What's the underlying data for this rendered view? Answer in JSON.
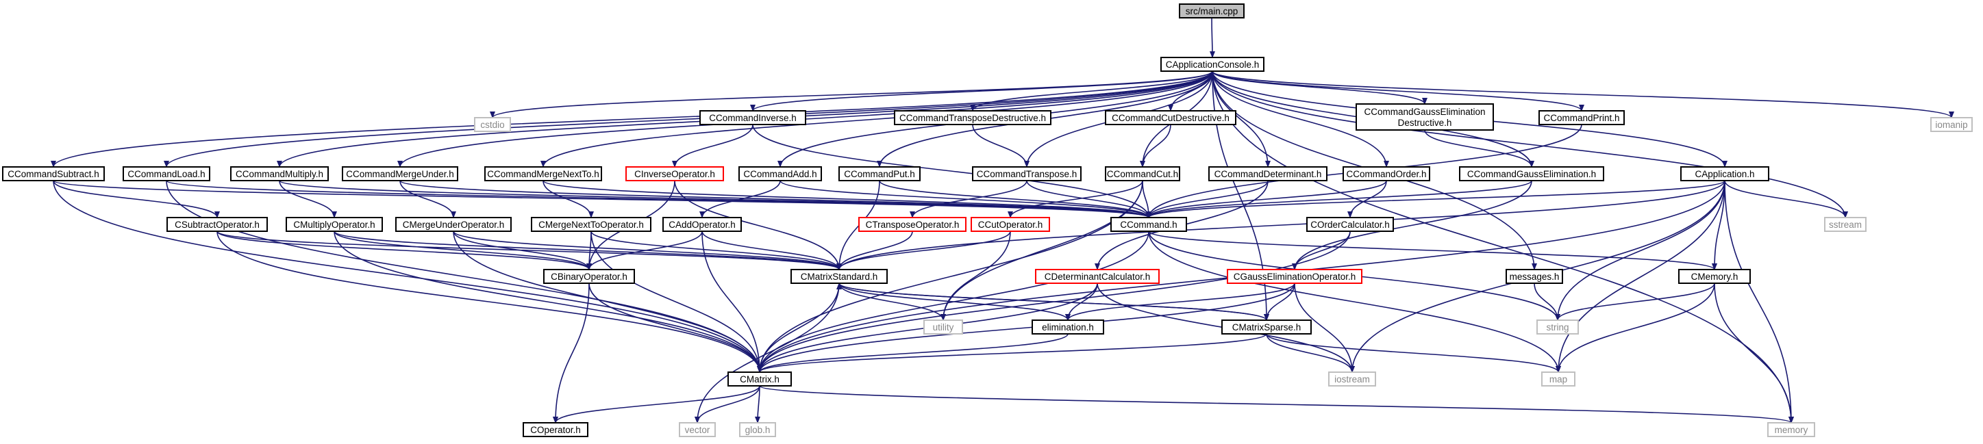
{
  "colors": {
    "edge": "#191970",
    "header_fill": "#bfbfbf",
    "header_border": "#000000",
    "border_normal": "#000000",
    "border_red": "#ff0000",
    "border_system": "#bfbfbf",
    "text_normal": "#000000",
    "text_system": "#888888"
  },
  "nodes": [
    {
      "id": "main",
      "label": "src/main.cpp",
      "kind": "header"
    },
    {
      "id": "app_console",
      "label": "CApplicationConsole.h",
      "kind": "normal"
    },
    {
      "id": "cstdio",
      "label": "cstdio",
      "kind": "system"
    },
    {
      "id": "inverse_h",
      "label": "CCommandInverse.h",
      "kind": "normal"
    },
    {
      "id": "transpose_d",
      "label": "CCommandTransposeDestructive.h",
      "kind": "normal"
    },
    {
      "id": "cut_d",
      "label": "CCommandCutDestructive.h",
      "kind": "normal"
    },
    {
      "id": "gauss_d",
      "label": "CCommandGaussElimination\nDestructive.h",
      "kind": "normal"
    },
    {
      "id": "print_h",
      "label": "CCommandPrint.h",
      "kind": "normal"
    },
    {
      "id": "iomanip",
      "label": "iomanip",
      "kind": "system"
    },
    {
      "id": "subtract",
      "label": "CCommandSubtract.h",
      "kind": "normal"
    },
    {
      "id": "load",
      "label": "CCommandLoad.h",
      "kind": "normal"
    },
    {
      "id": "multiply",
      "label": "CCommandMultiply.h",
      "kind": "normal"
    },
    {
      "id": "merge_under",
      "label": "CCommandMergeUnder.h",
      "kind": "normal"
    },
    {
      "id": "merge_next",
      "label": "CCommandMergeNextTo.h",
      "kind": "normal"
    },
    {
      "id": "inverse_op",
      "label": "CInverseOperator.h",
      "kind": "red"
    },
    {
      "id": "add",
      "label": "CCommandAdd.h",
      "kind": "normal"
    },
    {
      "id": "put",
      "label": "CCommandPut.h",
      "kind": "normal"
    },
    {
      "id": "transpose",
      "label": "CCommandTranspose.h",
      "kind": "normal"
    },
    {
      "id": "cut",
      "label": "CCommandCut.h",
      "kind": "normal"
    },
    {
      "id": "determinant",
      "label": "CCommandDeterminant.h",
      "kind": "normal"
    },
    {
      "id": "order",
      "label": "CCommandOrder.h",
      "kind": "normal"
    },
    {
      "id": "gauss",
      "label": "CCommandGaussElimination.h",
      "kind": "normal"
    },
    {
      "id": "application",
      "label": "CApplication.h",
      "kind": "normal"
    },
    {
      "id": "sstream",
      "label": "sstream",
      "kind": "system"
    },
    {
      "id": "sub_op",
      "label": "CSubtractOperator.h",
      "kind": "normal"
    },
    {
      "id": "mul_op",
      "label": "CMultiplyOperator.h",
      "kind": "normal"
    },
    {
      "id": "mu_op",
      "label": "CMergeUnderOperator.h",
      "kind": "normal"
    },
    {
      "id": "mn_op",
      "label": "CMergeNextToOperator.h",
      "kind": "normal"
    },
    {
      "id": "add_op",
      "label": "CAddOperator.h",
      "kind": "normal"
    },
    {
      "id": "transpose_op",
      "label": "CTransposeOperator.h",
      "kind": "red"
    },
    {
      "id": "cut_op",
      "label": "CCutOperator.h",
      "kind": "red"
    },
    {
      "id": "command",
      "label": "CCommand.h",
      "kind": "normal"
    },
    {
      "id": "order_calc",
      "label": "COrderCalculator.h",
      "kind": "normal"
    },
    {
      "id": "binary_op",
      "label": "CBinaryOperator.h",
      "kind": "normal"
    },
    {
      "id": "mstandard",
      "label": "CMatrixStandard.h",
      "kind": "normal"
    },
    {
      "id": "det_calc",
      "label": "CDeterminantCalculator.h",
      "kind": "red"
    },
    {
      "id": "gauss_op",
      "label": "CGaussEliminationOperator.h",
      "kind": "red"
    },
    {
      "id": "messages",
      "label": "messages.h",
      "kind": "normal"
    },
    {
      "id": "cmemory",
      "label": "CMemory.h",
      "kind": "normal"
    },
    {
      "id": "utility",
      "label": "utility",
      "kind": "system"
    },
    {
      "id": "elimination",
      "label": "elimination.h",
      "kind": "normal"
    },
    {
      "id": "msparse",
      "label": "CMatrixSparse.h",
      "kind": "normal"
    },
    {
      "id": "string",
      "label": "string",
      "kind": "system"
    },
    {
      "id": "cmatrix",
      "label": "CMatrix.h",
      "kind": "normal"
    },
    {
      "id": "iostream",
      "label": "iostream",
      "kind": "system"
    },
    {
      "id": "map",
      "label": "map",
      "kind": "system"
    },
    {
      "id": "coperator",
      "label": "COperator.h",
      "kind": "normal"
    },
    {
      "id": "vector",
      "label": "vector",
      "kind": "system"
    },
    {
      "id": "glob",
      "label": "glob.h",
      "kind": "system"
    },
    {
      "id": "memory",
      "label": "memory",
      "kind": "system"
    }
  ],
  "edges": [
    [
      "main",
      "app_console"
    ],
    [
      "app_console",
      "cstdio"
    ],
    [
      "app_console",
      "inverse_h"
    ],
    [
      "app_console",
      "transpose_d"
    ],
    [
      "app_console",
      "cut_d"
    ],
    [
      "app_console",
      "gauss_d"
    ],
    [
      "app_console",
      "print_h"
    ],
    [
      "app_console",
      "iomanip"
    ],
    [
      "app_console",
      "subtract"
    ],
    [
      "app_console",
      "load"
    ],
    [
      "app_console",
      "multiply"
    ],
    [
      "app_console",
      "merge_under"
    ],
    [
      "app_console",
      "merge_next"
    ],
    [
      "app_console",
      "add"
    ],
    [
      "app_console",
      "put"
    ],
    [
      "app_console",
      "transpose"
    ],
    [
      "app_console",
      "cut"
    ],
    [
      "app_console",
      "determinant"
    ],
    [
      "app_console",
      "order"
    ],
    [
      "app_console",
      "gauss"
    ],
    [
      "app_console",
      "application"
    ],
    [
      "app_console",
      "sstream"
    ],
    [
      "app_console",
      "messages"
    ],
    [
      "app_console",
      "msparse"
    ],
    [
      "app_console",
      "memory"
    ],
    [
      "inverse_h",
      "inverse_op"
    ],
    [
      "inverse_h",
      "command"
    ],
    [
      "transpose_d",
      "transpose"
    ],
    [
      "cut_d",
      "cut"
    ],
    [
      "gauss_d",
      "gauss"
    ],
    [
      "print_h",
      "command"
    ],
    [
      "subtract",
      "sub_op"
    ],
    [
      "subtract",
      "command"
    ],
    [
      "subtract",
      "cmatrix"
    ],
    [
      "load",
      "command"
    ],
    [
      "load",
      "cmatrix"
    ],
    [
      "multiply",
      "mul_op"
    ],
    [
      "multiply",
      "command"
    ],
    [
      "merge_under",
      "mu_op"
    ],
    [
      "merge_under",
      "command"
    ],
    [
      "merge_next",
      "mn_op"
    ],
    [
      "merge_next",
      "command"
    ],
    [
      "inverse_op",
      "mstandard"
    ],
    [
      "inverse_op",
      "binary_op"
    ],
    [
      "add",
      "add_op"
    ],
    [
      "add",
      "command"
    ],
    [
      "put",
      "command"
    ],
    [
      "put",
      "mstandard"
    ],
    [
      "transpose",
      "transpose_op"
    ],
    [
      "transpose",
      "command"
    ],
    [
      "cut",
      "cut_op"
    ],
    [
      "cut",
      "command"
    ],
    [
      "cut",
      "utility"
    ],
    [
      "cut",
      "cmatrix"
    ],
    [
      "determinant",
      "command"
    ],
    [
      "determinant",
      "det_calc"
    ],
    [
      "order",
      "command"
    ],
    [
      "order",
      "order_calc"
    ],
    [
      "gauss",
      "command"
    ],
    [
      "gauss",
      "gauss_op"
    ],
    [
      "application",
      "command"
    ],
    [
      "application",
      "cmemory"
    ],
    [
      "application",
      "sstream"
    ],
    [
      "application",
      "string"
    ],
    [
      "application",
      "iostream"
    ],
    [
      "application",
      "map"
    ],
    [
      "application",
      "memory"
    ],
    [
      "application",
      "cmatrix"
    ],
    [
      "application",
      "mstandard"
    ],
    [
      "sub_op",
      "binary_op"
    ],
    [
      "sub_op",
      "mstandard"
    ],
    [
      "sub_op",
      "cmatrix"
    ],
    [
      "mul_op",
      "binary_op"
    ],
    [
      "mul_op",
      "mstandard"
    ],
    [
      "mul_op",
      "cmatrix"
    ],
    [
      "mu_op",
      "binary_op"
    ],
    [
      "mu_op",
      "mstandard"
    ],
    [
      "mu_op",
      "cmatrix"
    ],
    [
      "mn_op",
      "binary_op"
    ],
    [
      "mn_op",
      "mstandard"
    ],
    [
      "mn_op",
      "cmatrix"
    ],
    [
      "add_op",
      "binary_op"
    ],
    [
      "add_op",
      "mstandard"
    ],
    [
      "add_op",
      "cmatrix"
    ],
    [
      "transpose_op",
      "mstandard"
    ],
    [
      "cut_op",
      "mstandard"
    ],
    [
      "cut_op",
      "utility"
    ],
    [
      "command",
      "cmemory"
    ],
    [
      "command",
      "string"
    ],
    [
      "command",
      "map"
    ],
    [
      "command",
      "cmatrix"
    ],
    [
      "order_calc",
      "gauss_op"
    ],
    [
      "order_calc",
      "cmatrix"
    ],
    [
      "binary_op",
      "coperator"
    ],
    [
      "binary_op",
      "cmatrix"
    ],
    [
      "mstandard",
      "cmatrix"
    ],
    [
      "mstandard",
      "utility"
    ],
    [
      "mstandard",
      "vector"
    ],
    [
      "mstandard",
      "msparse"
    ],
    [
      "mstandard",
      "elimination"
    ],
    [
      "det_calc",
      "elimination"
    ],
    [
      "det_calc",
      "cmatrix"
    ],
    [
      "det_calc",
      "iostream"
    ],
    [
      "gauss_op",
      "elimination"
    ],
    [
      "gauss_op",
      "msparse"
    ],
    [
      "gauss_op",
      "cmatrix"
    ],
    [
      "gauss_op",
      "iostream"
    ],
    [
      "messages",
      "string"
    ],
    [
      "cmemory",
      "string"
    ],
    [
      "cmemory",
      "map"
    ],
    [
      "cmemory",
      "memory"
    ],
    [
      "elimination",
      "cmatrix"
    ],
    [
      "msparse",
      "mstandard"
    ],
    [
      "msparse",
      "cmatrix"
    ],
    [
      "msparse",
      "iostream"
    ],
    [
      "msparse",
      "map"
    ],
    [
      "cmatrix",
      "coperator"
    ],
    [
      "cmatrix",
      "vector"
    ],
    [
      "cmatrix",
      "glob"
    ],
    [
      "cmatrix",
      "memory"
    ]
  ]
}
